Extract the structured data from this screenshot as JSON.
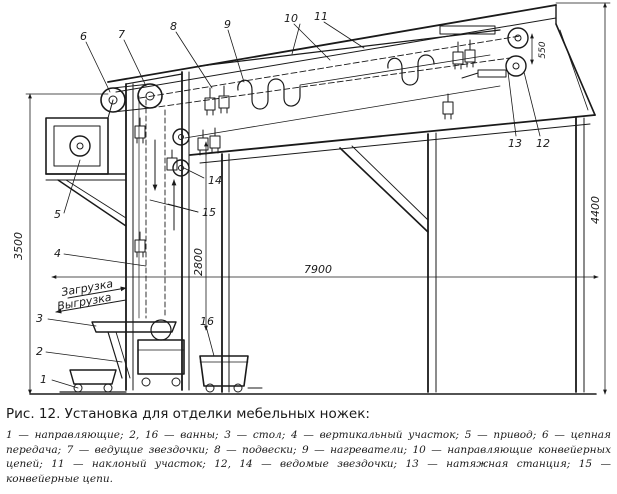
{
  "figure": {
    "labels": {
      "l1": "1",
      "l2": "2",
      "l3": "3",
      "l4": "4",
      "l5": "5",
      "l6": "6",
      "l7": "7",
      "l8": "8",
      "l9": "9",
      "l10": "10",
      "l11": "11",
      "l12": "12",
      "l13": "13",
      "l14": "14",
      "l15": "15",
      "l16": "16"
    },
    "dimensions": {
      "height_left": "3500",
      "height_right": "4400",
      "length": "7900",
      "vertical_height": "2800",
      "small": "550"
    },
    "flow": {
      "load": "Загрузка",
      "unload": "Выгрузка"
    }
  },
  "caption": {
    "title": "Рис. 12. Установка для отделки мебельных ножек:",
    "legend": "1 — направляющие; 2, 16 — ванны; 3 — стол; 4 — вертикальный участок; 5 — привод; 6 — цепная передача; 7 — ведущие звездочки; 8 — подвески; 9 — нагреватели; 10 — направляющие конвейерных цепей; 11 — наклоный участок; 12, 14 — ведомые звездочки; 13 — натяжная станция; 15 — конвейерные цепи."
  }
}
